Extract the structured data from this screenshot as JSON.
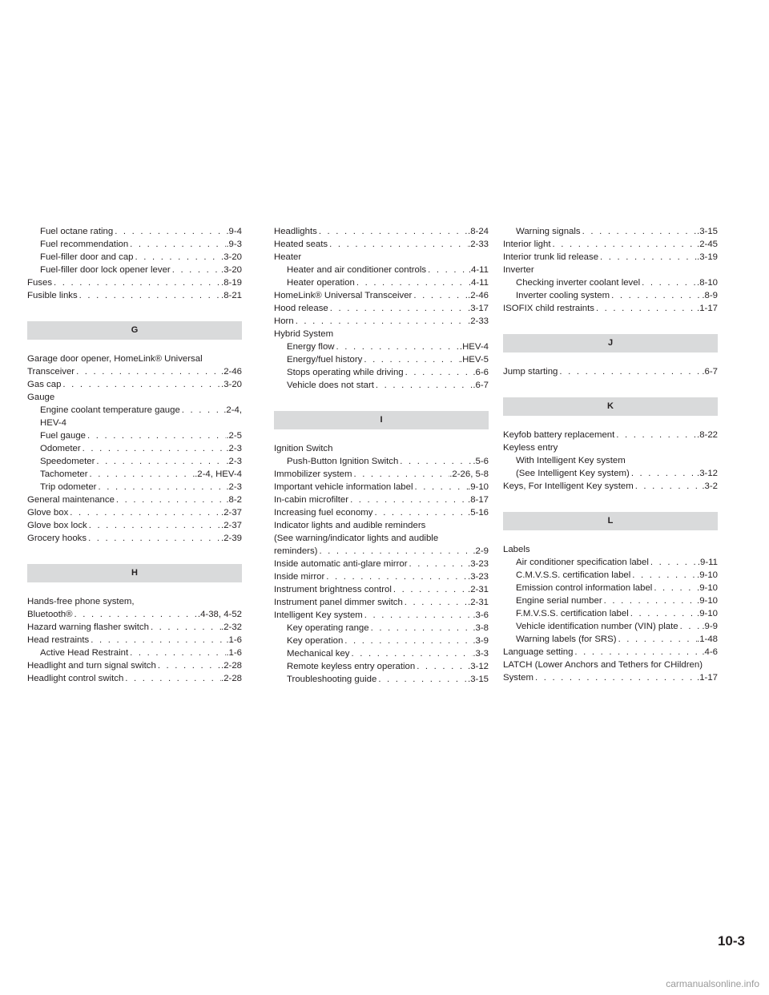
{
  "index": {
    "col1": [
      {
        "k": "e",
        "i": 1,
        "t": "Fuel octane rating",
        "p": ".9-4"
      },
      {
        "k": "e",
        "i": 1,
        "t": "Fuel recommendation",
        "p": ".9-3"
      },
      {
        "k": "e",
        "i": 1,
        "t": "Fuel-filler door and cap",
        "p": ".3-20"
      },
      {
        "k": "e",
        "i": 1,
        "t": "Fuel-filler door lock opener lever",
        "p": ".3-20"
      },
      {
        "k": "e",
        "i": 0,
        "t": "Fuses",
        "p": ".8-19"
      },
      {
        "k": "e",
        "i": 0,
        "t": "Fusible links",
        "p": ".8-21"
      },
      {
        "k": "h",
        "t": "G"
      },
      {
        "k": "x",
        "i": 0,
        "t": "Garage door opener, HomeLink® Universal"
      },
      {
        "k": "e",
        "i": 0,
        "t": "Transceiver",
        "p": ".2-46"
      },
      {
        "k": "e",
        "i": 0,
        "t": "Gas cap",
        "p": ".3-20"
      },
      {
        "k": "x",
        "i": 0,
        "t": "Gauge"
      },
      {
        "k": "e",
        "i": 1,
        "t": "Engine coolant temperature gauge",
        "p": ".2-4,"
      },
      {
        "k": "x",
        "i": 1,
        "t": "HEV-4"
      },
      {
        "k": "e",
        "i": 1,
        "t": "Fuel gauge",
        "p": ".2-5"
      },
      {
        "k": "e",
        "i": 1,
        "t": "Odometer",
        "p": ".2-3"
      },
      {
        "k": "e",
        "i": 1,
        "t": "Speedometer",
        "p": ".2-3"
      },
      {
        "k": "e",
        "i": 1,
        "t": "Tachometer",
        "p": ".2-4, HEV-4"
      },
      {
        "k": "e",
        "i": 1,
        "t": "Trip odometer",
        "p": ".2-3"
      },
      {
        "k": "e",
        "i": 0,
        "t": "General maintenance",
        "p": ".8-2"
      },
      {
        "k": "e",
        "i": 0,
        "t": "Glove box",
        "p": ".2-37"
      },
      {
        "k": "e",
        "i": 0,
        "t": "Glove box lock",
        "p": ".2-37"
      },
      {
        "k": "e",
        "i": 0,
        "t": "Grocery hooks",
        "p": ".2-39"
      },
      {
        "k": "h",
        "t": "H"
      },
      {
        "k": "x",
        "i": 0,
        "t": "Hands-free phone system,"
      },
      {
        "k": "e",
        "i": 0,
        "t": "Bluetooth®",
        "p": ".4-38, 4-52"
      },
      {
        "k": "e",
        "i": 0,
        "t": "Hazard warning flasher switch",
        "p": ".2-32"
      },
      {
        "k": "e",
        "i": 0,
        "t": "Head restraints",
        "p": ".1-6"
      },
      {
        "k": "e",
        "i": 1,
        "t": "Active Head Restraint",
        "p": ".1-6"
      },
      {
        "k": "e",
        "i": 0,
        "t": "Headlight and turn signal switch",
        "p": ".2-28"
      },
      {
        "k": "e",
        "i": 0,
        "t": "Headlight control switch",
        "p": ".2-28"
      }
    ],
    "col2": [
      {
        "k": "e",
        "i": 0,
        "t": "Headlights",
        "p": ".8-24"
      },
      {
        "k": "e",
        "i": 0,
        "t": "Heated seats",
        "p": ".2-33"
      },
      {
        "k": "x",
        "i": 0,
        "t": "Heater"
      },
      {
        "k": "e",
        "i": 1,
        "t": "Heater and air conditioner controls",
        "p": ".4-11"
      },
      {
        "k": "e",
        "i": 1,
        "t": "Heater operation",
        "p": ".4-11"
      },
      {
        "k": "e",
        "i": 0,
        "t": "HomeLink® Universal Transceiver",
        "p": ".2-46"
      },
      {
        "k": "e",
        "i": 0,
        "t": "Hood release",
        "p": ".3-17"
      },
      {
        "k": "e",
        "i": 0,
        "t": "Horn",
        "p": ".2-33"
      },
      {
        "k": "x",
        "i": 0,
        "t": "Hybrid System"
      },
      {
        "k": "e",
        "i": 1,
        "t": "Energy flow",
        "p": ".HEV-4"
      },
      {
        "k": "e",
        "i": 1,
        "t": "Energy/fuel history",
        "p": ".HEV-5"
      },
      {
        "k": "e",
        "i": 1,
        "t": "Stops operating while driving",
        "p": ".6-6"
      },
      {
        "k": "e",
        "i": 1,
        "t": "Vehicle does not start",
        "p": ".6-7"
      },
      {
        "k": "h",
        "t": "I"
      },
      {
        "k": "x",
        "i": 0,
        "t": "Ignition Switch"
      },
      {
        "k": "e",
        "i": 1,
        "t": "Push-Button Ignition Switch",
        "p": ".5-6"
      },
      {
        "k": "e",
        "i": 0,
        "t": "Immobilizer system",
        "p": ".2-26, 5-8"
      },
      {
        "k": "e",
        "i": 0,
        "t": "Important vehicle information label",
        "p": ".9-10"
      },
      {
        "k": "e",
        "i": 0,
        "t": "In-cabin microfilter",
        "p": ".8-17"
      },
      {
        "k": "e",
        "i": 0,
        "t": "Increasing fuel economy",
        "p": ".5-16"
      },
      {
        "k": "x",
        "i": 0,
        "t": "Indicator lights and audible reminders"
      },
      {
        "k": "x",
        "i": 0,
        "t": "(See warning/indicator lights and audible"
      },
      {
        "k": "e",
        "i": 0,
        "t": "reminders)",
        "p": ".2-9"
      },
      {
        "k": "e",
        "i": 0,
        "t": "Inside automatic anti-glare mirror",
        "p": ".3-23"
      },
      {
        "k": "e",
        "i": 0,
        "t": "Inside mirror",
        "p": ".3-23"
      },
      {
        "k": "e",
        "i": 0,
        "t": "Instrument brightness control",
        "p": ".2-31"
      },
      {
        "k": "e",
        "i": 0,
        "t": "Instrument panel dimmer switch",
        "p": ".2-31"
      },
      {
        "k": "e",
        "i": 0,
        "t": "Intelligent Key system",
        "p": ".3-6"
      },
      {
        "k": "e",
        "i": 1,
        "t": "Key operating range",
        "p": ".3-8"
      },
      {
        "k": "e",
        "i": 1,
        "t": "Key operation",
        "p": ".3-9"
      },
      {
        "k": "e",
        "i": 1,
        "t": "Mechanical key",
        "p": ".3-3"
      },
      {
        "k": "e",
        "i": 1,
        "t": "Remote keyless entry operation",
        "p": ".3-12"
      },
      {
        "k": "e",
        "i": 1,
        "t": "Troubleshooting guide",
        "p": ".3-15"
      }
    ],
    "col3": [
      {
        "k": "e",
        "i": 1,
        "t": "Warning signals",
        "p": ".3-15"
      },
      {
        "k": "e",
        "i": 0,
        "t": "Interior light",
        "p": ".2-45"
      },
      {
        "k": "e",
        "i": 0,
        "t": "Interior trunk lid release",
        "p": ".3-19"
      },
      {
        "k": "x",
        "i": 0,
        "t": "Inverter"
      },
      {
        "k": "e",
        "i": 1,
        "t": "Checking inverter coolant level",
        "p": ".8-10"
      },
      {
        "k": "e",
        "i": 1,
        "t": "Inverter cooling system",
        "p": ".8-9"
      },
      {
        "k": "e",
        "i": 0,
        "t": "ISOFIX child restraints",
        "p": ".1-17"
      },
      {
        "k": "h",
        "t": "J"
      },
      {
        "k": "e",
        "i": 0,
        "t": "Jump starting",
        "p": ".6-7"
      },
      {
        "k": "h",
        "t": "K"
      },
      {
        "k": "e",
        "i": 0,
        "t": "Keyfob battery replacement",
        "p": ".8-22"
      },
      {
        "k": "x",
        "i": 0,
        "t": "Keyless entry"
      },
      {
        "k": "x",
        "i": 1,
        "t": "With Intelligent Key system"
      },
      {
        "k": "e",
        "i": 1,
        "t": "(See Intelligent Key system)",
        "p": ".3-12"
      },
      {
        "k": "e",
        "i": 0,
        "t": "Keys, For Intelligent Key system",
        "p": ".3-2"
      },
      {
        "k": "h",
        "t": "L"
      },
      {
        "k": "x",
        "i": 0,
        "t": "Labels"
      },
      {
        "k": "e",
        "i": 1,
        "t": "Air conditioner specification label",
        "p": ".9-11"
      },
      {
        "k": "e",
        "i": 1,
        "t": "C.M.V.S.S. certification label",
        "p": ".9-10"
      },
      {
        "k": "e",
        "i": 1,
        "t": "Emission control information label",
        "p": ".9-10"
      },
      {
        "k": "e",
        "i": 1,
        "t": "Engine serial number",
        "p": ".9-10"
      },
      {
        "k": "e",
        "i": 1,
        "t": "F.M.V.S.S. certification label",
        "p": ".9-10"
      },
      {
        "k": "e",
        "i": 1,
        "t": "Vehicle identification number (VIN) plate",
        "p": ".9-9"
      },
      {
        "k": "e",
        "i": 1,
        "t": "Warning labels (for SRS)",
        "p": ".1-48"
      },
      {
        "k": "e",
        "i": 0,
        "t": "Language setting",
        "p": ".4-6"
      },
      {
        "k": "x",
        "i": 0,
        "t": "LATCH (Lower Anchors and Tethers for CHildren)"
      },
      {
        "k": "e",
        "i": 0,
        "t": "System",
        "p": ".1-17"
      }
    ]
  },
  "page_number": "10-3",
  "footer": "carmanualsonline.info"
}
